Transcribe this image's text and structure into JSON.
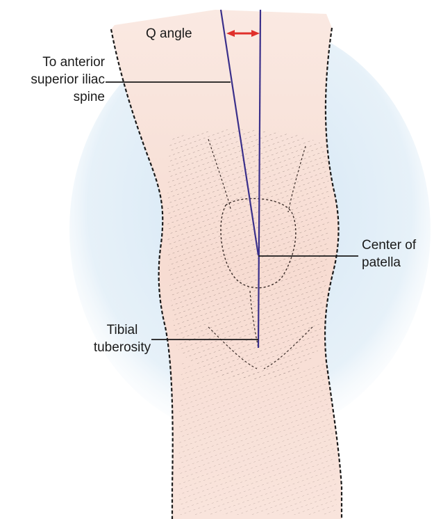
{
  "labels": {
    "q_angle": "Q angle",
    "asis": [
      "To anterior",
      "superior iliac",
      "spine"
    ],
    "patella": [
      "Center of",
      "patella"
    ],
    "tibial": [
      "Tibial",
      "tuberosity"
    ]
  },
  "colors": {
    "background_wash": "#cfe3f3",
    "skin": "#f7dcd2",
    "skin_light": "#fae9e2",
    "outline": "#1a1a1a",
    "axis_lines": "#3a2f8a",
    "angle_arrow": "#e0302b",
    "leader_lines": "#1a1a1a"
  }
}
